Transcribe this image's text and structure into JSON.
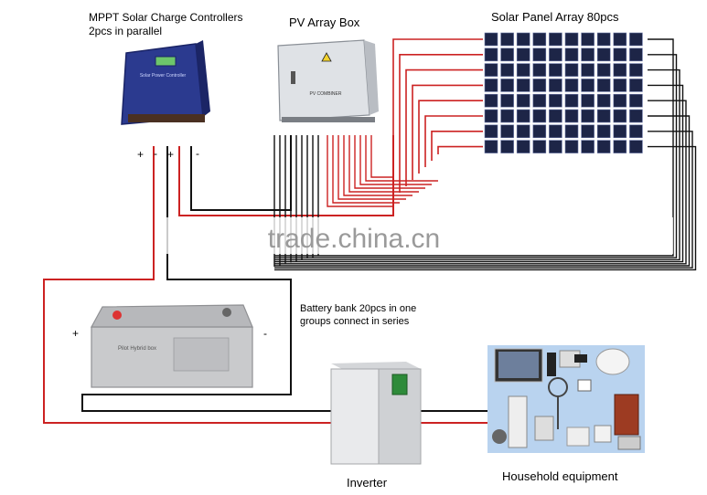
{
  "labels": {
    "controller_title": "MPPT Solar Charge Controllers",
    "controller_sub": "2pcs in parallel",
    "pv_box": "PV  Array Box",
    "solar_array": "Solar Panel Array 80pcs",
    "battery_line1": "Battery bank   20pcs in one",
    "battery_line2": "groups connect in series",
    "inverter": "Inverter",
    "household": "Household equipment",
    "watermark": "trade.china.cn"
  },
  "terminals": {
    "plus": "+",
    "minus": "-"
  },
  "device_text": {
    "controller_plate": "Solar Power Controller",
    "pv_box_plate": "PV COMBINER",
    "battery_brand": "Pilot Hybrid box"
  },
  "colors": {
    "positive_wire": "#cc2222",
    "negative_wire": "#111111",
    "controller_body": "#2b3a8f",
    "panel_cell": "#1d2547",
    "appliance_bg": "#b9d3ef"
  }
}
